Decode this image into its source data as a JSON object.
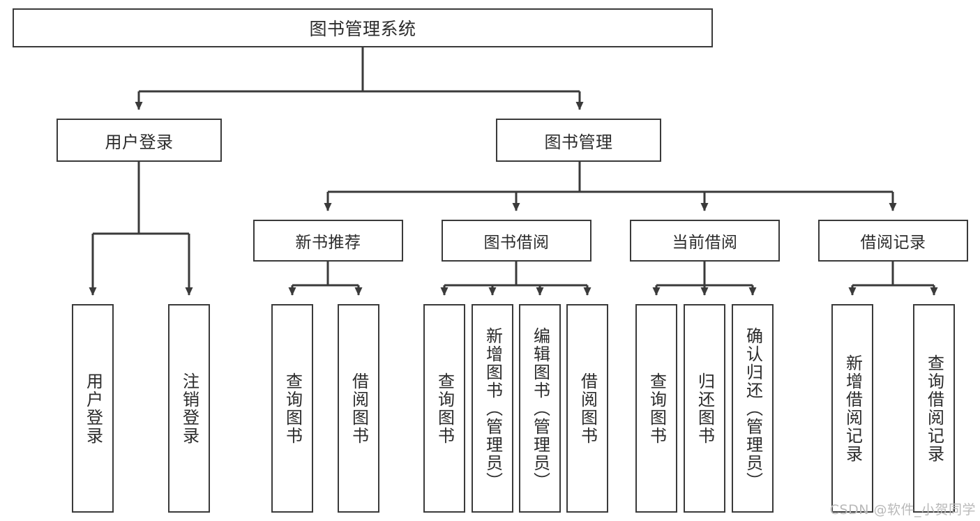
{
  "diagram": {
    "title": "图书管理系统",
    "type": "tree-hierarchy",
    "root": {
      "label": "图书管理系统"
    },
    "level2": [
      {
        "label": "用户登录"
      },
      {
        "label": "图书管理"
      }
    ],
    "level3": [
      {
        "label": "新书推荐"
      },
      {
        "label": "图书借阅"
      },
      {
        "label": "当前借阅"
      },
      {
        "label": "借阅记录"
      }
    ],
    "leaves": {
      "user_login": [
        {
          "label": "用户登录"
        },
        {
          "label": "注销登录"
        }
      ],
      "new_book_recommend": [
        {
          "label": "查询图书"
        },
        {
          "label": "借阅图书"
        }
      ],
      "book_borrow": [
        {
          "label": "查询图书"
        },
        {
          "label": "新增图书（管理员）"
        },
        {
          "label": "编辑图书（管理员）"
        },
        {
          "label": "借阅图书"
        }
      ],
      "current_borrow": [
        {
          "label": "查询图书"
        },
        {
          "label": "归还图书"
        },
        {
          "label": "确认归还（管理员）"
        }
      ],
      "borrow_record": [
        {
          "label": "新增借阅记录"
        },
        {
          "label": "查询借阅记录"
        }
      ]
    }
  },
  "watermark": {
    "text": "CSDN @软件_小贺同学"
  },
  "colors": {
    "stroke": "#3a3a3a",
    "background": "#ffffff",
    "text": "#2b2b2b",
    "watermark": "#b9b9b9"
  }
}
